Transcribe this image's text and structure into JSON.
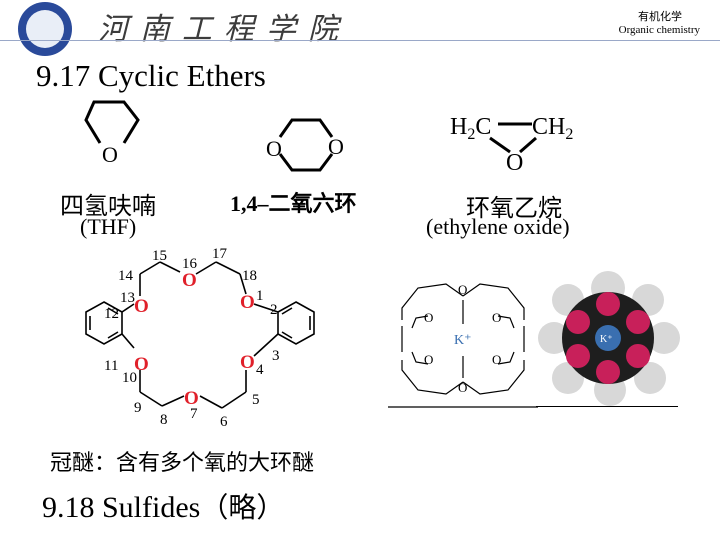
{
  "header": {
    "school_name": "河南工程学院",
    "course_cn": "有机化学",
    "course_en": "Organic chemistry"
  },
  "section_title": "9.17 Cyclic Ethers",
  "structures": {
    "thf": {
      "atom_o": "O",
      "name_cn": "四氢呋喃",
      "abbr": "(THF)"
    },
    "dioxane": {
      "atom_o1": "O",
      "atom_o2": "O",
      "name": "1,4–二氧六环"
    },
    "epoxide": {
      "left_group": "H2C",
      "right_group": "CH2",
      "atom_o": "O",
      "name_cn": "环氧乙烷",
      "name_en": "(ethylene oxide)"
    }
  },
  "crown_ether": {
    "numbers": [
      "1",
      "2",
      "3",
      "4",
      "5",
      "6",
      "7",
      "8",
      "9",
      "10",
      "11",
      "12",
      "13",
      "14",
      "15",
      "16",
      "17",
      "18"
    ],
    "atom_o": "O",
    "caption": "冠醚：含有多个氧的大环醚"
  },
  "complex": {
    "cation_label": "K⁺",
    "sphere_label": "K⁺"
  },
  "next_section": {
    "title": "9.18 Sulfides",
    "paren": "（略）"
  },
  "colors": {
    "oxygen_red": "#e0202a",
    "header_blue": "#2a4a9a",
    "ion_blue": "#3a6fb0",
    "model_magenta": "#c8205a",
    "model_dark": "#1e1e1e",
    "model_grey": "#d8d8d8"
  }
}
